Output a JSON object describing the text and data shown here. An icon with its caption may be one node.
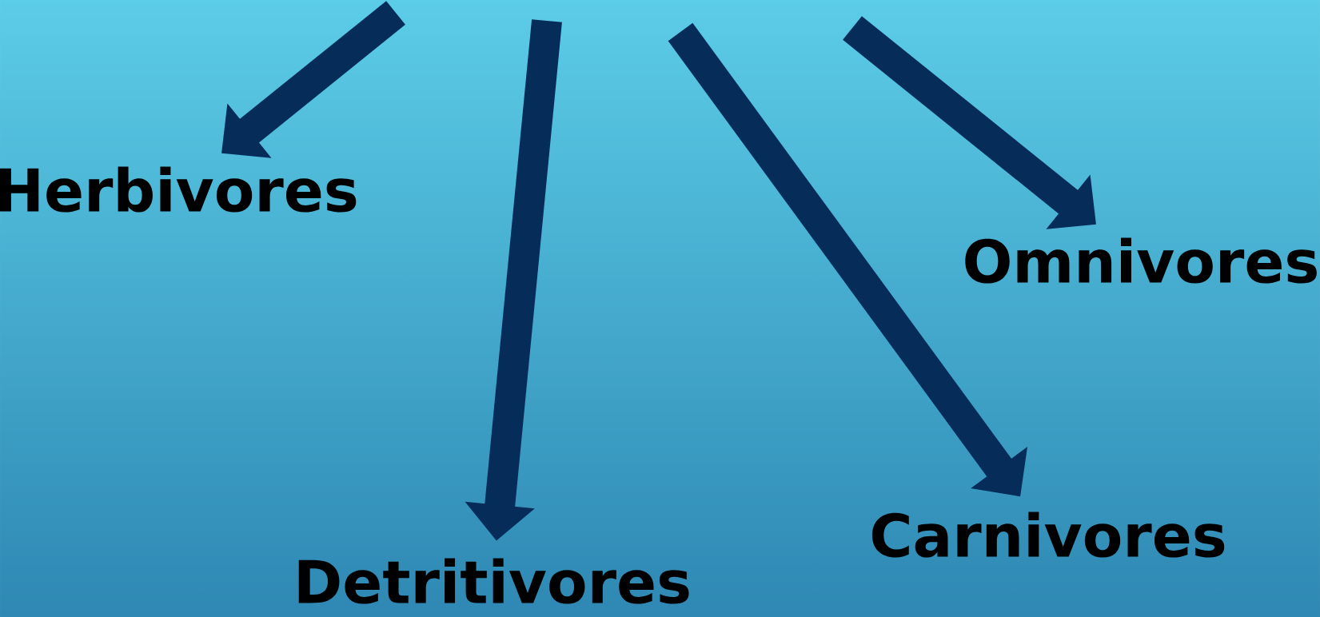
{
  "diagram": {
    "nodes": [
      {
        "text": [
          "Herbivores"
        ]
      },
      {
        "text": [
          "Omnivores"
        ]
      },
      {
        "text": [
          "Carnivores"
        ]
      },
      {
        "text": [
          "Detritivores"
        ]
      }
    ],
    "edges": [
      {
        "from": null,
        "to": 0,
        "arrow": "to"
      },
      {
        "from": null,
        "to": 3,
        "arrow": "to"
      },
      {
        "from": null,
        "to": 2,
        "arrow": "to"
      },
      {
        "from": null,
        "to": 1,
        "arrow": "to"
      }
    ]
  }
}
